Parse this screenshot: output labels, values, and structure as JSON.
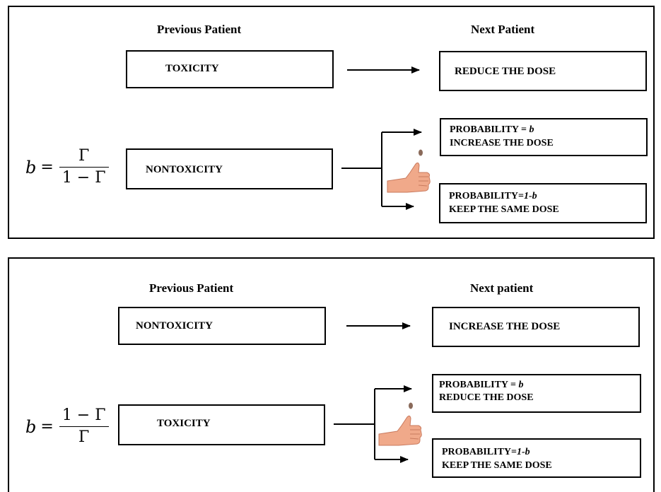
{
  "panels": [
    {
      "header_left": "Previous Patient",
      "header_right": "Next Patient",
      "left_box_1": "TOXICITY",
      "right_box_1": "REDUCE THE DOSE",
      "left_box_2": "NONTOXICITY",
      "option_a_prob_prefix": "PROBABILITY = ",
      "option_a_prob_var": "b",
      "option_a_action": "INCREASE THE DOSE",
      "option_b_prob_prefix": "PROBABILITY=",
      "option_b_prob_var": "1-b",
      "option_b_action": "KEEP THE SAME DOSE",
      "formula_var": "b",
      "formula_eq": "=",
      "formula_num": "Γ",
      "formula_den": "1 − Γ"
    },
    {
      "header_left": "Previous Patient",
      "header_right": "Next patient",
      "left_box_1": "NONTOXICITY",
      "right_box_1": "INCREASE THE DOSE",
      "left_box_2": "TOXICITY",
      "option_a_prob_prefix": "PROBABILITY = ",
      "option_a_prob_var": "b",
      "option_a_action": "REDUCE THE DOSE",
      "option_b_prob_prefix": "PROBABILITY=",
      "option_b_prob_var": "1-b",
      "option_b_action": "KEEP THE SAME DOSE",
      "formula_var": "b",
      "formula_eq": "=",
      "formula_num": "1 − Γ",
      "formula_den": "Γ"
    }
  ],
  "icons": {
    "hand": "thumbs-up-coin-flip-icon"
  },
  "colors": {
    "skin": "#f0a98a",
    "coin": "#8a6a5a"
  }
}
